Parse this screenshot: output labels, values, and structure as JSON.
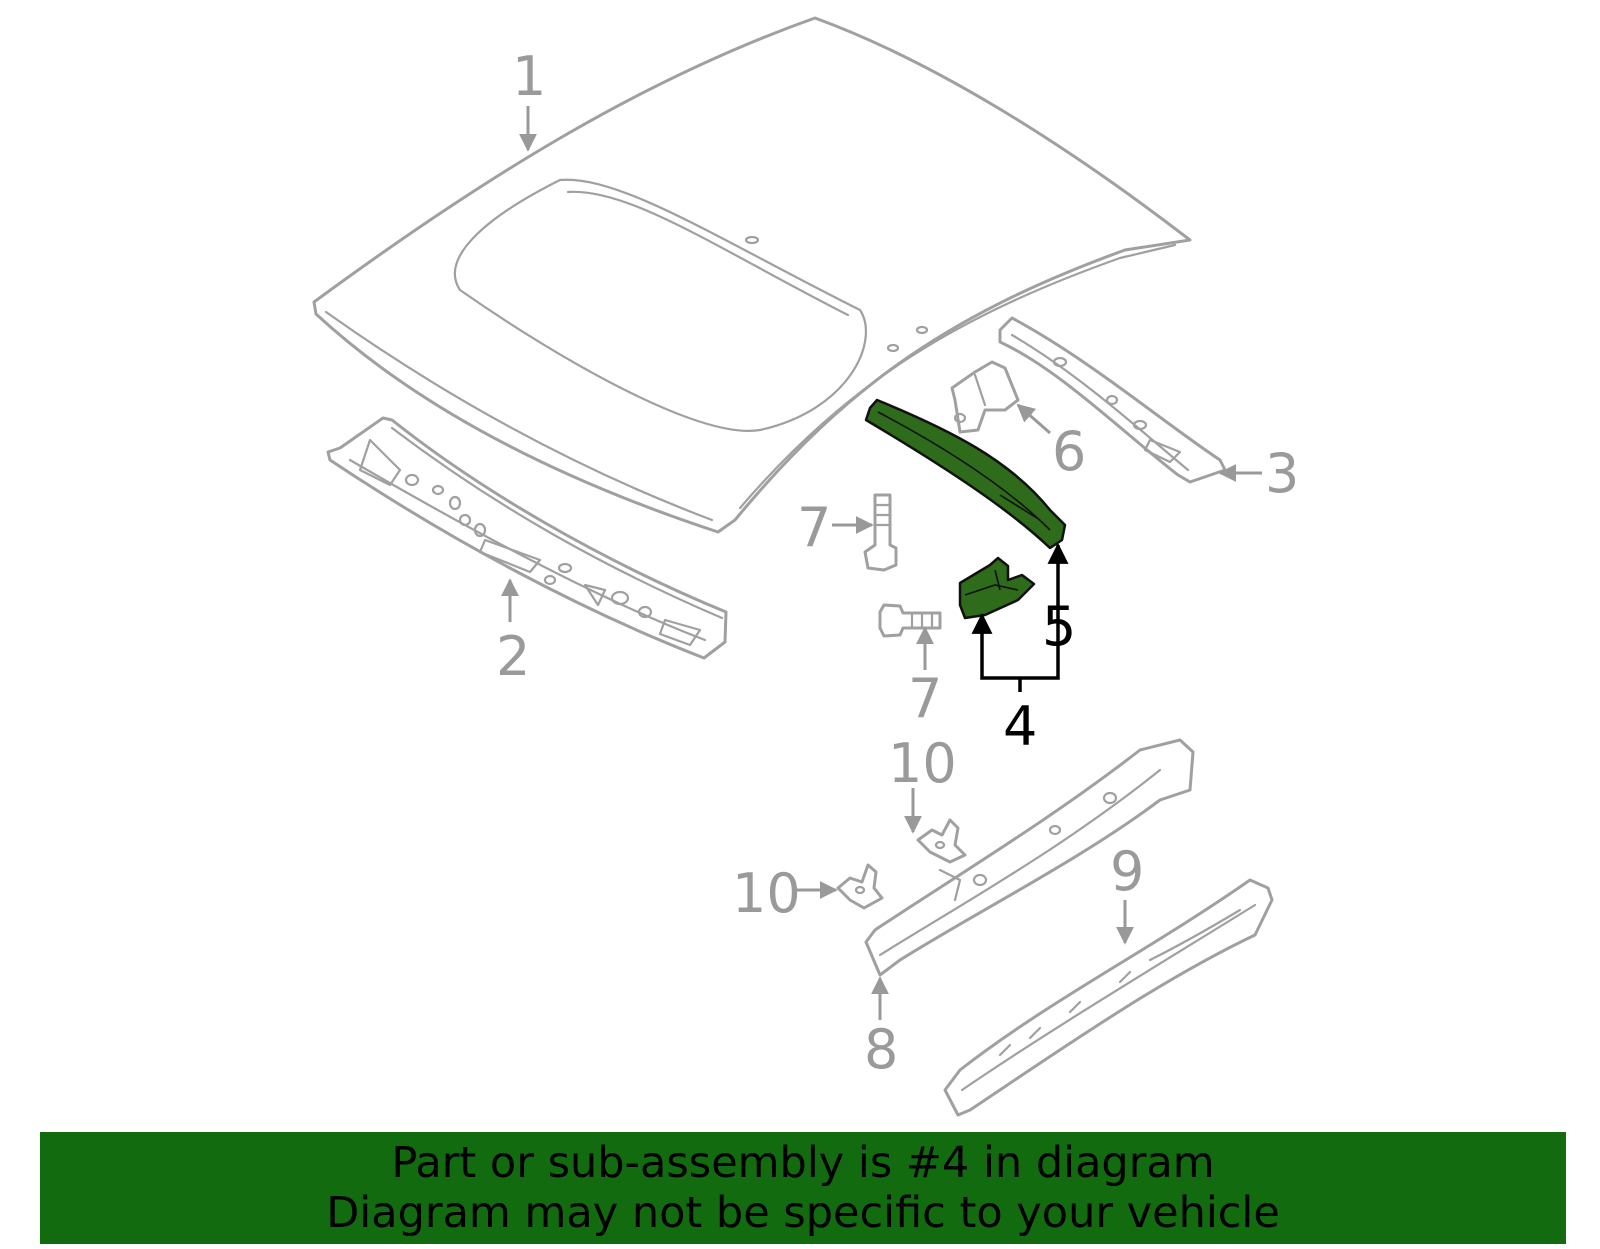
{
  "diagram": {
    "callouts": [
      {
        "id": "1",
        "label": "1",
        "highlighted": false
      },
      {
        "id": "2",
        "label": "2",
        "highlighted": false
      },
      {
        "id": "3",
        "label": "3",
        "highlighted": false
      },
      {
        "id": "4",
        "label": "4",
        "highlighted": true
      },
      {
        "id": "5",
        "label": "5",
        "highlighted": true
      },
      {
        "id": "6",
        "label": "6",
        "highlighted": false
      },
      {
        "id": "7a",
        "label": "7",
        "highlighted": false
      },
      {
        "id": "7b",
        "label": "7",
        "highlighted": false
      },
      {
        "id": "8",
        "label": "8",
        "highlighted": false
      },
      {
        "id": "9",
        "label": "9",
        "highlighted": false
      },
      {
        "id": "10a",
        "label": "10",
        "highlighted": false
      },
      {
        "id": "10b",
        "label": "10",
        "highlighted": false
      }
    ],
    "colors": {
      "line": "#a0a0a0",
      "highlight": "#2e6b1a",
      "banner": "#126b0f"
    }
  },
  "banner": {
    "line1": "Part or sub-assembly is #4 in diagram",
    "line2": "Diagram may not be specific to your vehicle"
  }
}
